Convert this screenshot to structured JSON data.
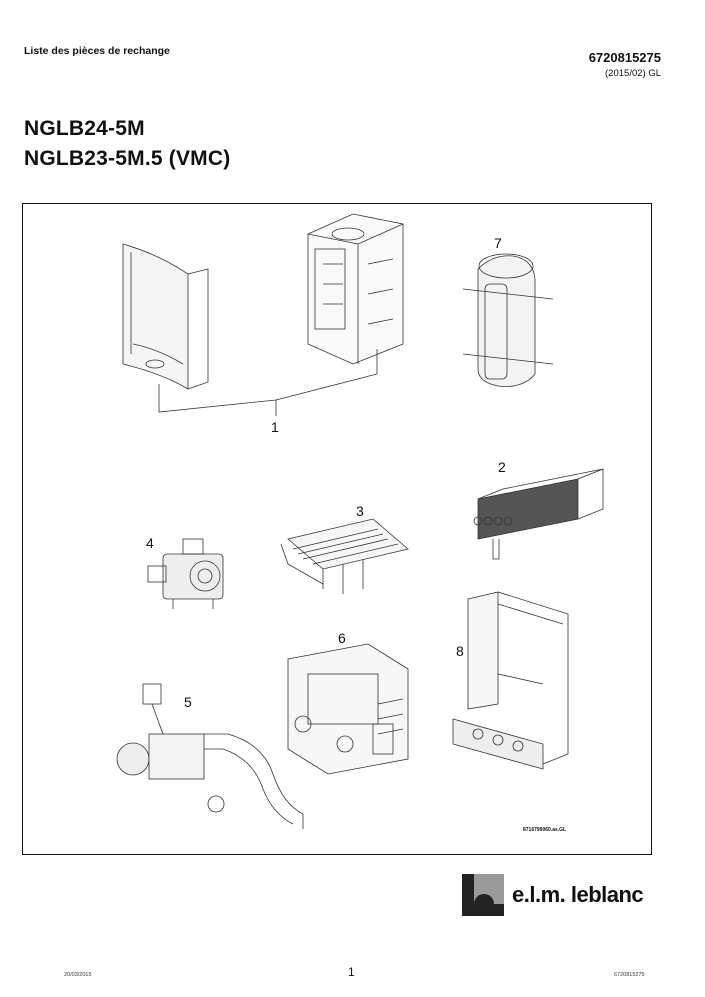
{
  "header": {
    "doc_title": "Liste des pièces de rechange",
    "doc_number": "6720815275",
    "edition": "(2015/02) GL"
  },
  "models": [
    "NGLB24-5M",
    "NGLB23-5M.5 (VMC)"
  ],
  "diagram": {
    "callouts": [
      "1",
      "2",
      "3",
      "4",
      "5",
      "6",
      "7",
      "8"
    ],
    "drawing_ref": "8716799060.as.GL"
  },
  "brand": {
    "name": "e.l.m. leblanc"
  },
  "footer": {
    "date": "20/03/2015",
    "page": "1",
    "doc_number": "6720815275"
  },
  "colors": {
    "line": "#333333",
    "logo_dark": "#222222",
    "logo_gray": "#9a9a9a"
  }
}
